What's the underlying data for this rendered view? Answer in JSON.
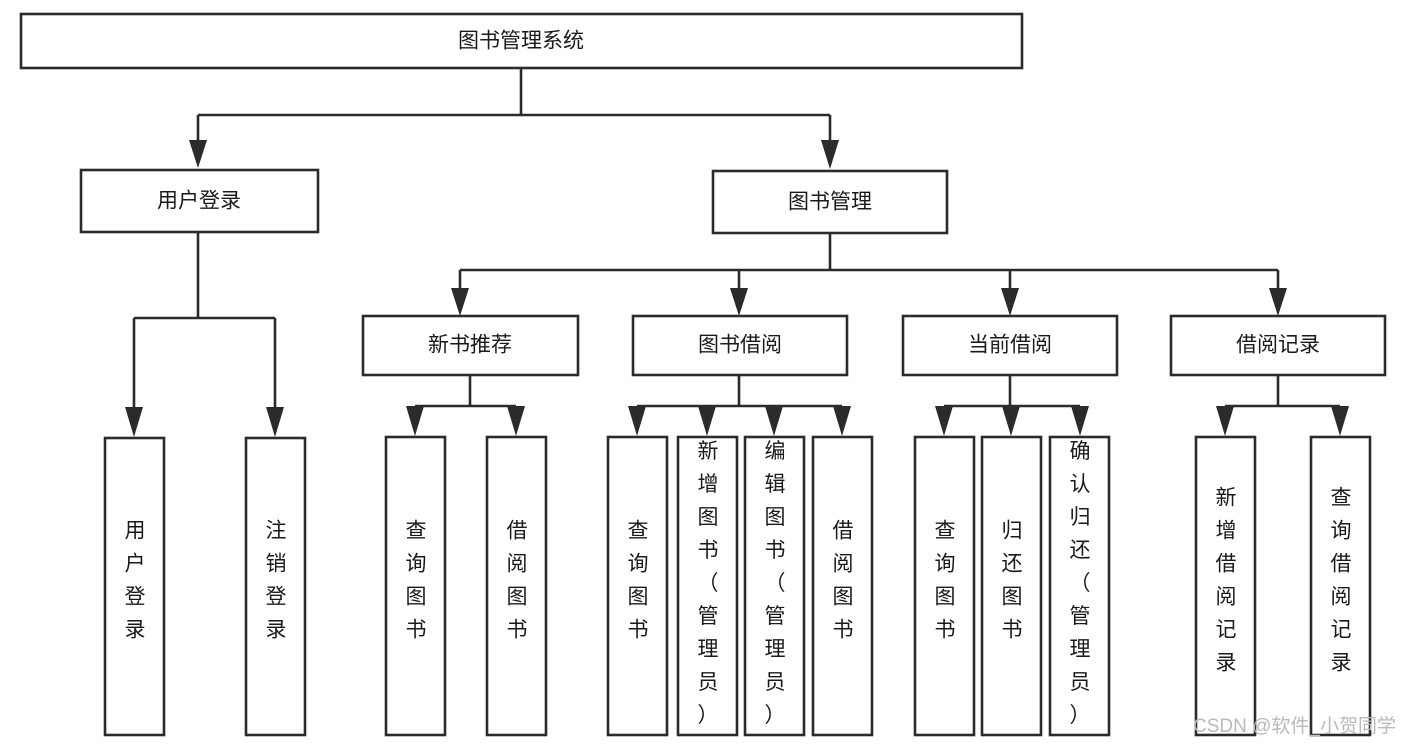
{
  "diagram": {
    "title": "图书管理系统",
    "watermark": "CSDN @软件_小贺同学",
    "colors": {
      "stroke": "#2b2b2b",
      "fill": "#ffffff",
      "text": "#1a1a1a",
      "watermark": "#b9b9b9"
    },
    "root": {
      "label": "图书管理系统"
    },
    "level1": [
      {
        "label": "用户登录"
      },
      {
        "label": "图书管理"
      }
    ],
    "level2": [
      {
        "label": "新书推荐"
      },
      {
        "label": "图书借阅"
      },
      {
        "label": "当前借阅"
      },
      {
        "label": "借阅记录"
      }
    ],
    "leaves": {
      "user_login": [
        {
          "label": "用户登录"
        },
        {
          "label": "注销登录"
        }
      ],
      "new_book_recommend": [
        {
          "label": "查询图书"
        },
        {
          "label": "借阅图书"
        }
      ],
      "book_borrow": [
        {
          "label": "查询图书"
        },
        {
          "label": "新增图书（管理员）"
        },
        {
          "label": "编辑图书（管理员）"
        },
        {
          "label": "借阅图书"
        }
      ],
      "current_borrow": [
        {
          "label": "查询图书"
        },
        {
          "label": "归还图书"
        },
        {
          "label": "确认归还（管理员）"
        }
      ],
      "borrow_records": [
        {
          "label": "新增借阅记录"
        },
        {
          "label": "查询借阅记录"
        }
      ]
    }
  }
}
